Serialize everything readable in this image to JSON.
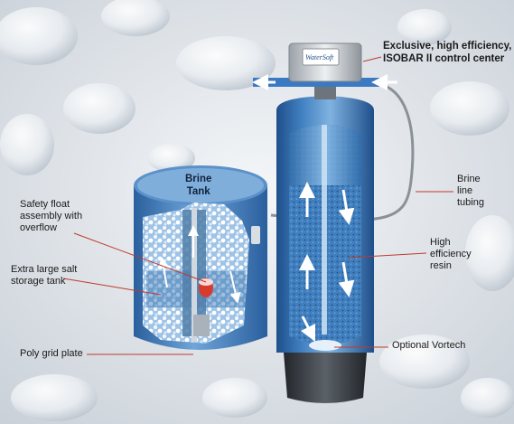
{
  "brand": {
    "logo_text": "WaterSoft"
  },
  "labels": {
    "control_center": "Exclusive, high efficiency,\nISOBAR II control center",
    "brine_tank": "Brine\nTank",
    "brine_line": "Brine\nline\ntubing",
    "safety_float": "Safety float\nassembly with\noverflow",
    "resin": "High\nefficiency\nresin",
    "salt_tank": "Extra large salt\nstorage tank",
    "vortech": "Optional Vortech",
    "grid_plate": "Poly grid plate"
  },
  "colors": {
    "tank_blue": "#3f7fc0",
    "tank_dark": "#1f4f8a",
    "base_gray": "#3a3f45",
    "leader_red": "#c0392b",
    "background": "#dfe4ea"
  }
}
